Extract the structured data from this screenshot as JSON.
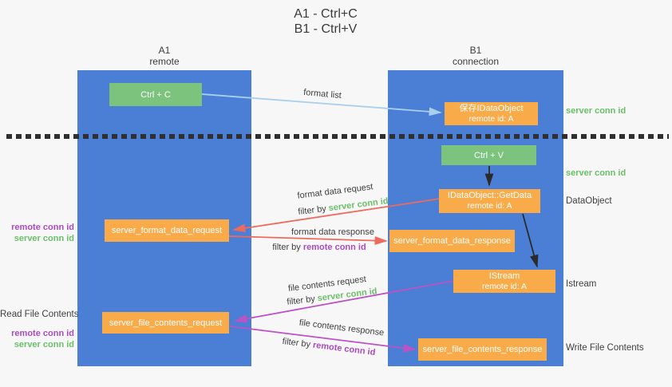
{
  "title": {
    "line1": "A1 - Ctrl+C",
    "line2": "B1 - Ctrl+V"
  },
  "lanes": {
    "a": {
      "name": "A1",
      "role": "remote"
    },
    "b": {
      "name": "B1",
      "role": "connection"
    }
  },
  "nodes": {
    "ctrl_c": {
      "label": "Ctrl + C"
    },
    "save_dataobject": {
      "line1": "保存IDataObject",
      "line2": "remote id: A"
    },
    "ctrl_v": {
      "label": "Ctrl + V"
    },
    "getdata": {
      "line1": "IDataObject::GetData",
      "line2": "remote id: A"
    },
    "format_request": {
      "label": "server_format_data_request"
    },
    "format_response": {
      "label": "server_format_data_response"
    },
    "istream": {
      "line1": "IStream",
      "line2": "remote id: A"
    },
    "file_request": {
      "label": "server_file_contents_request"
    },
    "file_response": {
      "label": "server_file_contents_response"
    }
  },
  "edge_labels": {
    "format_list": "format list",
    "format_data_request": "format data request",
    "filter_server_1": {
      "prefix": "filter by ",
      "key": "server conn id"
    },
    "format_data_response": "format data response",
    "filter_remote_1": {
      "prefix": "filter by ",
      "key": "remote conn id"
    },
    "file_contents_request": "file contents request",
    "filter_server_2": {
      "prefix": "filter by ",
      "key": "server conn id"
    },
    "file_contents_response": "file contents response",
    "filter_remote_2": {
      "prefix": "filter by ",
      "key": "remote conn id"
    }
  },
  "side_labels": {
    "left_top": {
      "remote": "remote conn id",
      "server": "server conn id"
    },
    "left_bottom": {
      "title": "Read File Contents",
      "remote": "remote conn id",
      "server": "server conn id"
    },
    "right": {
      "server_conn_1": "server conn id",
      "server_conn_2": "server conn id",
      "dataobject": "DataObject",
      "istream": "Istream",
      "write_file": "Write File Contents"
    }
  },
  "colors": {
    "lane_blue": "#4a7fd5",
    "box_orange": "#f9ab49",
    "box_green": "#7cc47e",
    "arrow_blue": "#a9cfee",
    "arrow_red": "#ee6a5f",
    "arrow_magenta": "#bb53c4",
    "arrow_black": "#2b2b2b",
    "label_green": "#6abf69",
    "label_purple": "#ab4bc0",
    "text_dark": "#3d3d3d",
    "divider_black": "#2f2f2f"
  }
}
